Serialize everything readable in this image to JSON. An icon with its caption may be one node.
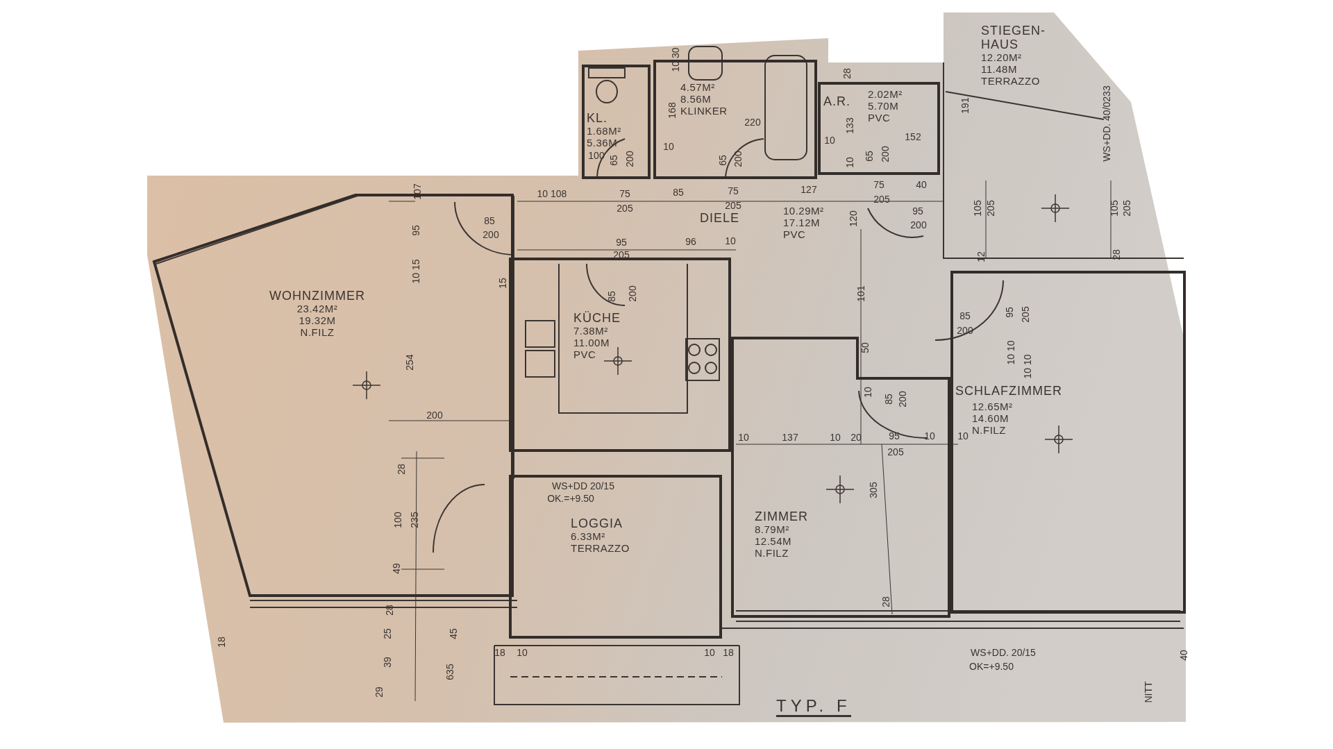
{
  "diagram": {
    "title": "TYP. F",
    "nodes": [
      {
        "text": [
          "KL.",
          "1.68M²",
          "5.36M"
        ]
      },
      {
        "text": [
          "4.57M²",
          "8.56M",
          "KLINKER"
        ]
      },
      {
        "text": [
          "A.R.",
          "2.02M²",
          "5.70M",
          "PVC"
        ]
      },
      {
        "text": [
          "STIEGEN- HAUS",
          "12.20M²",
          "11.48M",
          "TERRAZZO"
        ]
      },
      {
        "text": [
          "DIELE",
          "10.29M²",
          "17.12M",
          "PVC"
        ]
      },
      {
        "text": [
          "WOHNZIMMER",
          "23.42M²",
          "19.32M",
          "N.FILZ"
        ]
      },
      {
        "text": [
          "KÜCHE",
          "7.38M²",
          "11.00M",
          "PVC"
        ]
      },
      {
        "text": [
          "SCHLAFZIMMER",
          "12.65M²",
          "14.60M",
          "N.FILZ"
        ]
      },
      {
        "text": [
          "LOGGIA",
          "6.33M²",
          "TERRAZZO"
        ]
      },
      {
        "text": [
          "ZIMMER",
          "8.79M²",
          "12.54M",
          "N.FILZ"
        ]
      }
    ],
    "labels": [
      "10 30",
      "28",
      "191",
      "WS+DD. 40/0233",
      "168",
      "133",
      "152",
      "220",
      "10",
      "100",
      "10",
      "65",
      "200",
      "65",
      "200",
      "65",
      "200",
      "10",
      "10 108",
      "75",
      "85",
      "75",
      "127",
      "75",
      "40",
      "205",
      "205",
      "205",
      "107",
      "120",
      "95",
      "200",
      "105",
      "205",
      "105",
      "205",
      "85",
      "200",
      "95",
      "95",
      "205",
      "96",
      "10",
      "12",
      "28",
      "10 15",
      "15",
      "85",
      "200",
      "101",
      "85",
      "200",
      "95",
      "205",
      "10 10",
      "10 10",
      "50",
      "10",
      "85",
      "200",
      "254",
      "200",
      "10",
      "137",
      "10",
      "20",
      "95",
      "10",
      "10",
      "205",
      "305",
      "28",
      "WS+DD 20/15",
      "OK.=+9.50",
      "100",
      "235",
      "49",
      "28",
      "28",
      "25",
      "45",
      "29",
      "39",
      "635",
      "18",
      "18",
      "10",
      "10",
      "18",
      "40",
      "WS+DD. 20/15",
      "OK=+9.50",
      "NITT"
    ]
  }
}
